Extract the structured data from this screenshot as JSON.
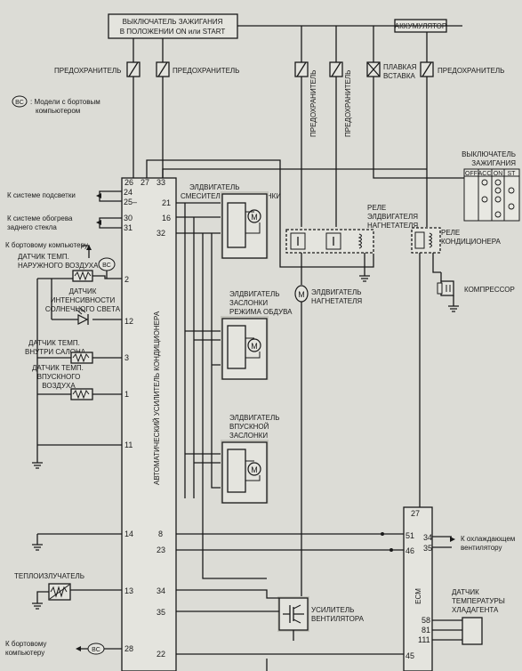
{
  "labels": {
    "ign_switch": [
      "ВЫКЛЮЧАТЕЛЬ ЗАЖИГАНИЯ",
      "В ПОЛОЖЕНИИ ON или START"
    ],
    "battery": "АККУМУЛЯТОР",
    "fuse": "ПРЕДОХРАНИТЕЛЬ",
    "fusible_link": [
      "ПЛАВКАЯ",
      "ВСТАВКА"
    ],
    "bc_badge": "BC",
    "bc_note": [
      ": Модели с бортовым",
      "компьютером"
    ],
    "ign_switch_table": [
      "ВЫКЛЮЧАТЕЛЬ",
      "ЗАЖИГАНИЯ"
    ],
    "ign_positions": [
      "OFF",
      "ACC",
      "ON",
      "ST"
    ],
    "illum": "К системе подсветки",
    "defog": [
      "К системе обогрева",
      "заднего стекла"
    ],
    "onboard_pc": "К бортовому компьютеру",
    "ambient_sensor": [
      "ДАТЧИК ТЕМП.",
      "НАРУЖНОГО ВОЗДУХА"
    ],
    "sun_sensor": [
      "ДАТЧИК",
      "ИНТЕНСИВНОСТИ",
      "СОЛНЕЧНОГО СВЕТА"
    ],
    "incar_sensor": [
      "ДАТЧИК ТЕМП.",
      "ВНУТРИ САЛОНА"
    ],
    "intake_sensor": [
      "ДАТЧИК ТЕМП.",
      "ВПУСКНОГО",
      "ВОЗДУХА"
    ],
    "amp_vertical": "АВТОМАТИЧЕСКИЙ УСИЛИТЕЛЬ КОНДИЦИОНЕРА",
    "mix_motor": [
      "ЭЛДВИГАТЕЛЬ",
      "СМЕСИТЕЛЬНОЙ ЗАСЛОНКИ"
    ],
    "mode_motor": [
      "ЭЛДВИГАТЕЛЬ",
      "ЗАСЛОНКИ",
      "РЕЖИМА ОБДУВА"
    ],
    "intake_motor": [
      "ЭЛДВИГАТЕЛЬ",
      "ВПУСКНОЙ",
      "ЗАСЛОНКИ"
    ],
    "blower_relay": [
      "РЕЛЕ",
      "ЭЛДВИГАТЕЛЯ",
      "НАГНЕТАТЕЛЯ"
    ],
    "ac_relay": [
      "РЕЛЕ",
      "КОНДИЦИОНЕРА"
    ],
    "compressor": "КОМПРЕССОР",
    "blower_motor": [
      "ЭЛДВИГАТЕЛЬ",
      "НАГНЕТАТЕЛЯ"
    ],
    "fan_amp": [
      "УСИЛИТЕЛЬ",
      "ВЕНТИЛЯТОРА"
    ],
    "cooling_fan": [
      "К охлаждающем",
      "вентилятору"
    ],
    "refrigerant_sensor": [
      "ДАТЧИК",
      "ТЕМПЕРАТУРЫ",
      "ХЛАДАГЕНТА"
    ],
    "ecm": "ECM",
    "heater_core": "ТЕПЛОИЗЛУЧАТЕЛЬ",
    "onboard_pc2": [
      "К бортовому",
      "компьютеру"
    ]
  },
  "pins": {
    "p26": "26",
    "p27": "27",
    "p33": "33",
    "p24": "24",
    "p25": "25–",
    "p21": "21",
    "p16": "16",
    "p32": "32",
    "p30": "30",
    "p31": "31",
    "p2": "2",
    "p12": "12",
    "p3": "3",
    "p1": "1",
    "p11": "11",
    "p14": "14",
    "p8": "8",
    "p23": "23",
    "p13": "13",
    "p34": "34",
    "p35": "35",
    "p28": "28",
    "p22": "22",
    "e27": "27",
    "e51": "51",
    "e46": "46",
    "e58": "58",
    "e81": "81",
    "e111": "111",
    "e45": "45",
    "c34": "34",
    "c35": "35"
  }
}
